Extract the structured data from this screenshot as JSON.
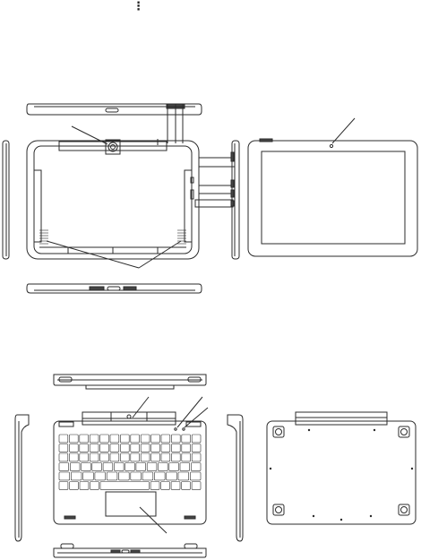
{
  "figure": {
    "top_mark": "⋮",
    "tablet_title": "",
    "keyboard_title": ""
  },
  "colors": {
    "line": "#2b2b2b",
    "key_fill": "#ffffff",
    "panel_fill": "#ffffff",
    "screen_fill": "#ffffff",
    "dark_fill": "#444444"
  },
  "keyboard": {
    "rows": [
      14,
      14,
      14,
      13,
      12,
      10
    ]
  }
}
